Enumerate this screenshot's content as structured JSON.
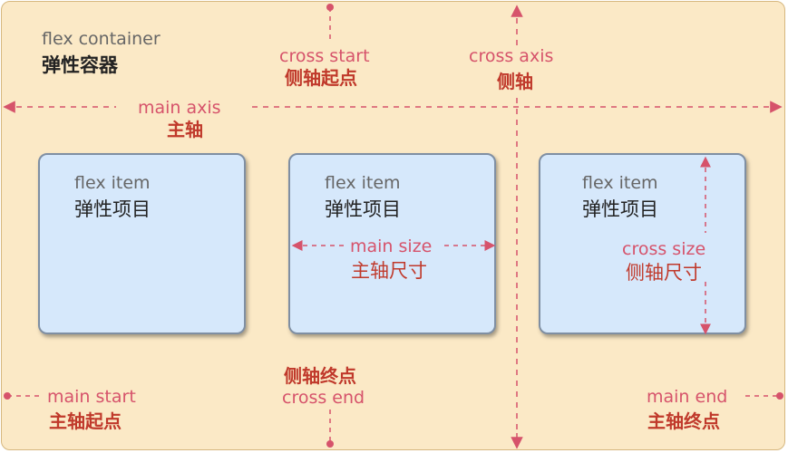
{
  "container": {
    "label_en": "flex container",
    "label_zh": "弹性容器"
  },
  "axes": {
    "cross_start_en": "cross start",
    "cross_start_zh": "侧轴起点",
    "cross_axis_en": "cross axis",
    "cross_axis_zh": "侧轴",
    "main_axis_en": "main axis",
    "main_axis_zh": "主轴",
    "main_start_en": "main start",
    "main_start_zh": "主轴起点",
    "cross_end_zh": "侧轴终点",
    "cross_end_en": "cross end",
    "main_end_en": "main end",
    "main_end_zh": "主轴终点"
  },
  "items": [
    {
      "label_en": "flex item",
      "label_zh": "弹性项目"
    },
    {
      "label_en": "flex item",
      "label_zh": "弹性项目"
    },
    {
      "label_en": "flex item",
      "label_zh": "弹性项目"
    }
  ],
  "sizes": {
    "main_size_en": "main size",
    "main_size_zh": "主轴尺寸",
    "cross_size_en": "cross size",
    "cross_size_zh": "侧轴尺寸"
  },
  "colors": {
    "container_fill": "#fbe9c6",
    "item_fill": "#d6e8fb",
    "guide_line": "#d6536b",
    "label_red": "#c0392b"
  }
}
